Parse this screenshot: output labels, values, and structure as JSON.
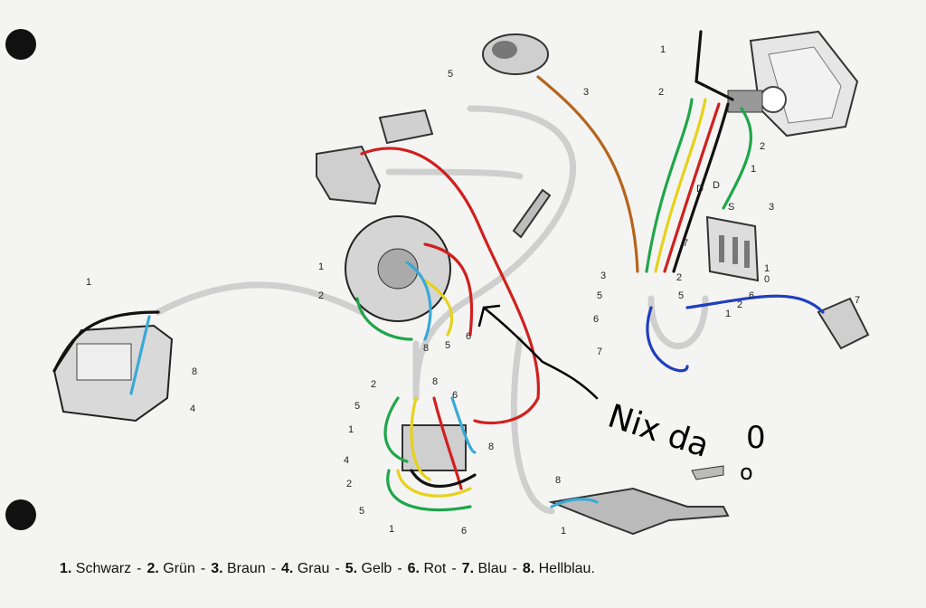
{
  "legend": [
    {
      "num": "1.",
      "label": "Schwarz",
      "color": "#111111"
    },
    {
      "num": "2.",
      "label": "Grün",
      "color": "#1fa64a"
    },
    {
      "num": "3.",
      "label": "Braun",
      "color": "#b5651d"
    },
    {
      "num": "4.",
      "label": "Grau",
      "color": "#9a9a9a"
    },
    {
      "num": "5.",
      "label": "Gelb",
      "color": "#e6d21a"
    },
    {
      "num": "6.",
      "label": "Rot",
      "color": "#d0201e"
    },
    {
      "num": "7.",
      "label": "Blau",
      "color": "#1f3fbf"
    },
    {
      "num": "8.",
      "label": "Hellblau.",
      "color": "#3aa9d6"
    }
  ],
  "separator": "-",
  "annotation": {
    "text": "Nix da",
    "mark": "0",
    "mark_small": "o"
  },
  "wire_numbers": {
    "headlight_1_top": "1",
    "headlight_2_top": "2",
    "headlight_2_right": "2",
    "headlight_1_right": "1",
    "brown_3": "3",
    "yellow_5_top": "5",
    "terminal_D1": "D",
    "terminal_D2": "D",
    "terminal_S": "S",
    "terminal_3": "3",
    "terminal_7": "7",
    "terminal_1": "1",
    "terminal_0": "0",
    "left_bundle_3": "3",
    "left_bundle_5": "5",
    "left_bundle_6": "6",
    "left_bundle_2": "2",
    "right_bundle_5": "5",
    "right_bundle_7": "7",
    "right_bundle_6": "6",
    "right_bundle_2": "2",
    "right_bundle_1": "1",
    "blue_7": "7",
    "stator_1": "1",
    "stator_2": "2",
    "stator_8": "8",
    "stator_5": "5",
    "stator_6": "6",
    "tail_1": "1",
    "tail_8": "8",
    "tail_4": "4",
    "junction_2": "2",
    "junction_5": "5",
    "junction_1": "1",
    "junction_8a": "8",
    "junction_6": "6",
    "junction_8b": "8",
    "junction_4": "4",
    "junction_2b": "2",
    "junction_5b": "5",
    "junction_1b": "1",
    "junction_6b": "6",
    "brake_8": "8",
    "brake_1": "1"
  }
}
